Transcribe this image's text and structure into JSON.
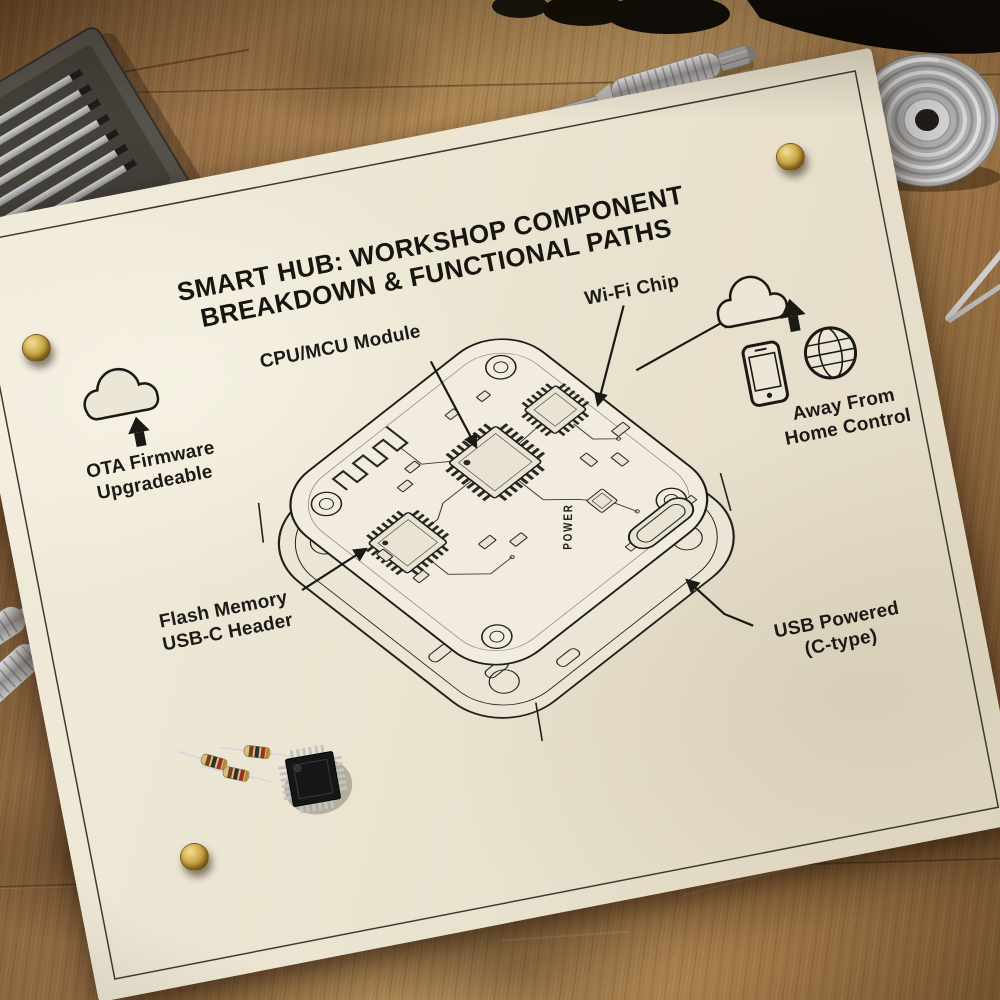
{
  "diagram": {
    "title_line1": "SMART HUB: WORKSHOP COMPONENT",
    "title_line2": "BREAKDOWN & FUNCTIONAL PATHS",
    "labels": {
      "cpu": "CPU/MCU Module",
      "wifi": "Wi-Fi Chip",
      "away_from_home": "Away From\nHome Control",
      "ota": "OTA Firmware\nUpgradeable",
      "flash": "Flash Memory\nUSB-C Header",
      "usb_powered": "USB Powered\n(C-type)",
      "power_silkscreen": "POWER"
    },
    "icons": {
      "left_cloud": "cloud-icon",
      "ota_arrow": "arrow-up-icon",
      "right_cloud": "cloud-icon",
      "upload_arrow": "arrow-up-icon",
      "phone": "smartphone-icon",
      "globe": "globe-icon"
    },
    "ink_color": "#1c1a16",
    "paper_color": "#ece6d6"
  },
  "scene": {
    "surface": "wooden-workbench",
    "props": [
      "screwdriver-bit-case",
      "precision-screwdrivers",
      "resistors",
      "ic-chips",
      "solder-spool",
      "brass-fasteners",
      "tweezers"
    ],
    "brass_color": "#cba546"
  }
}
